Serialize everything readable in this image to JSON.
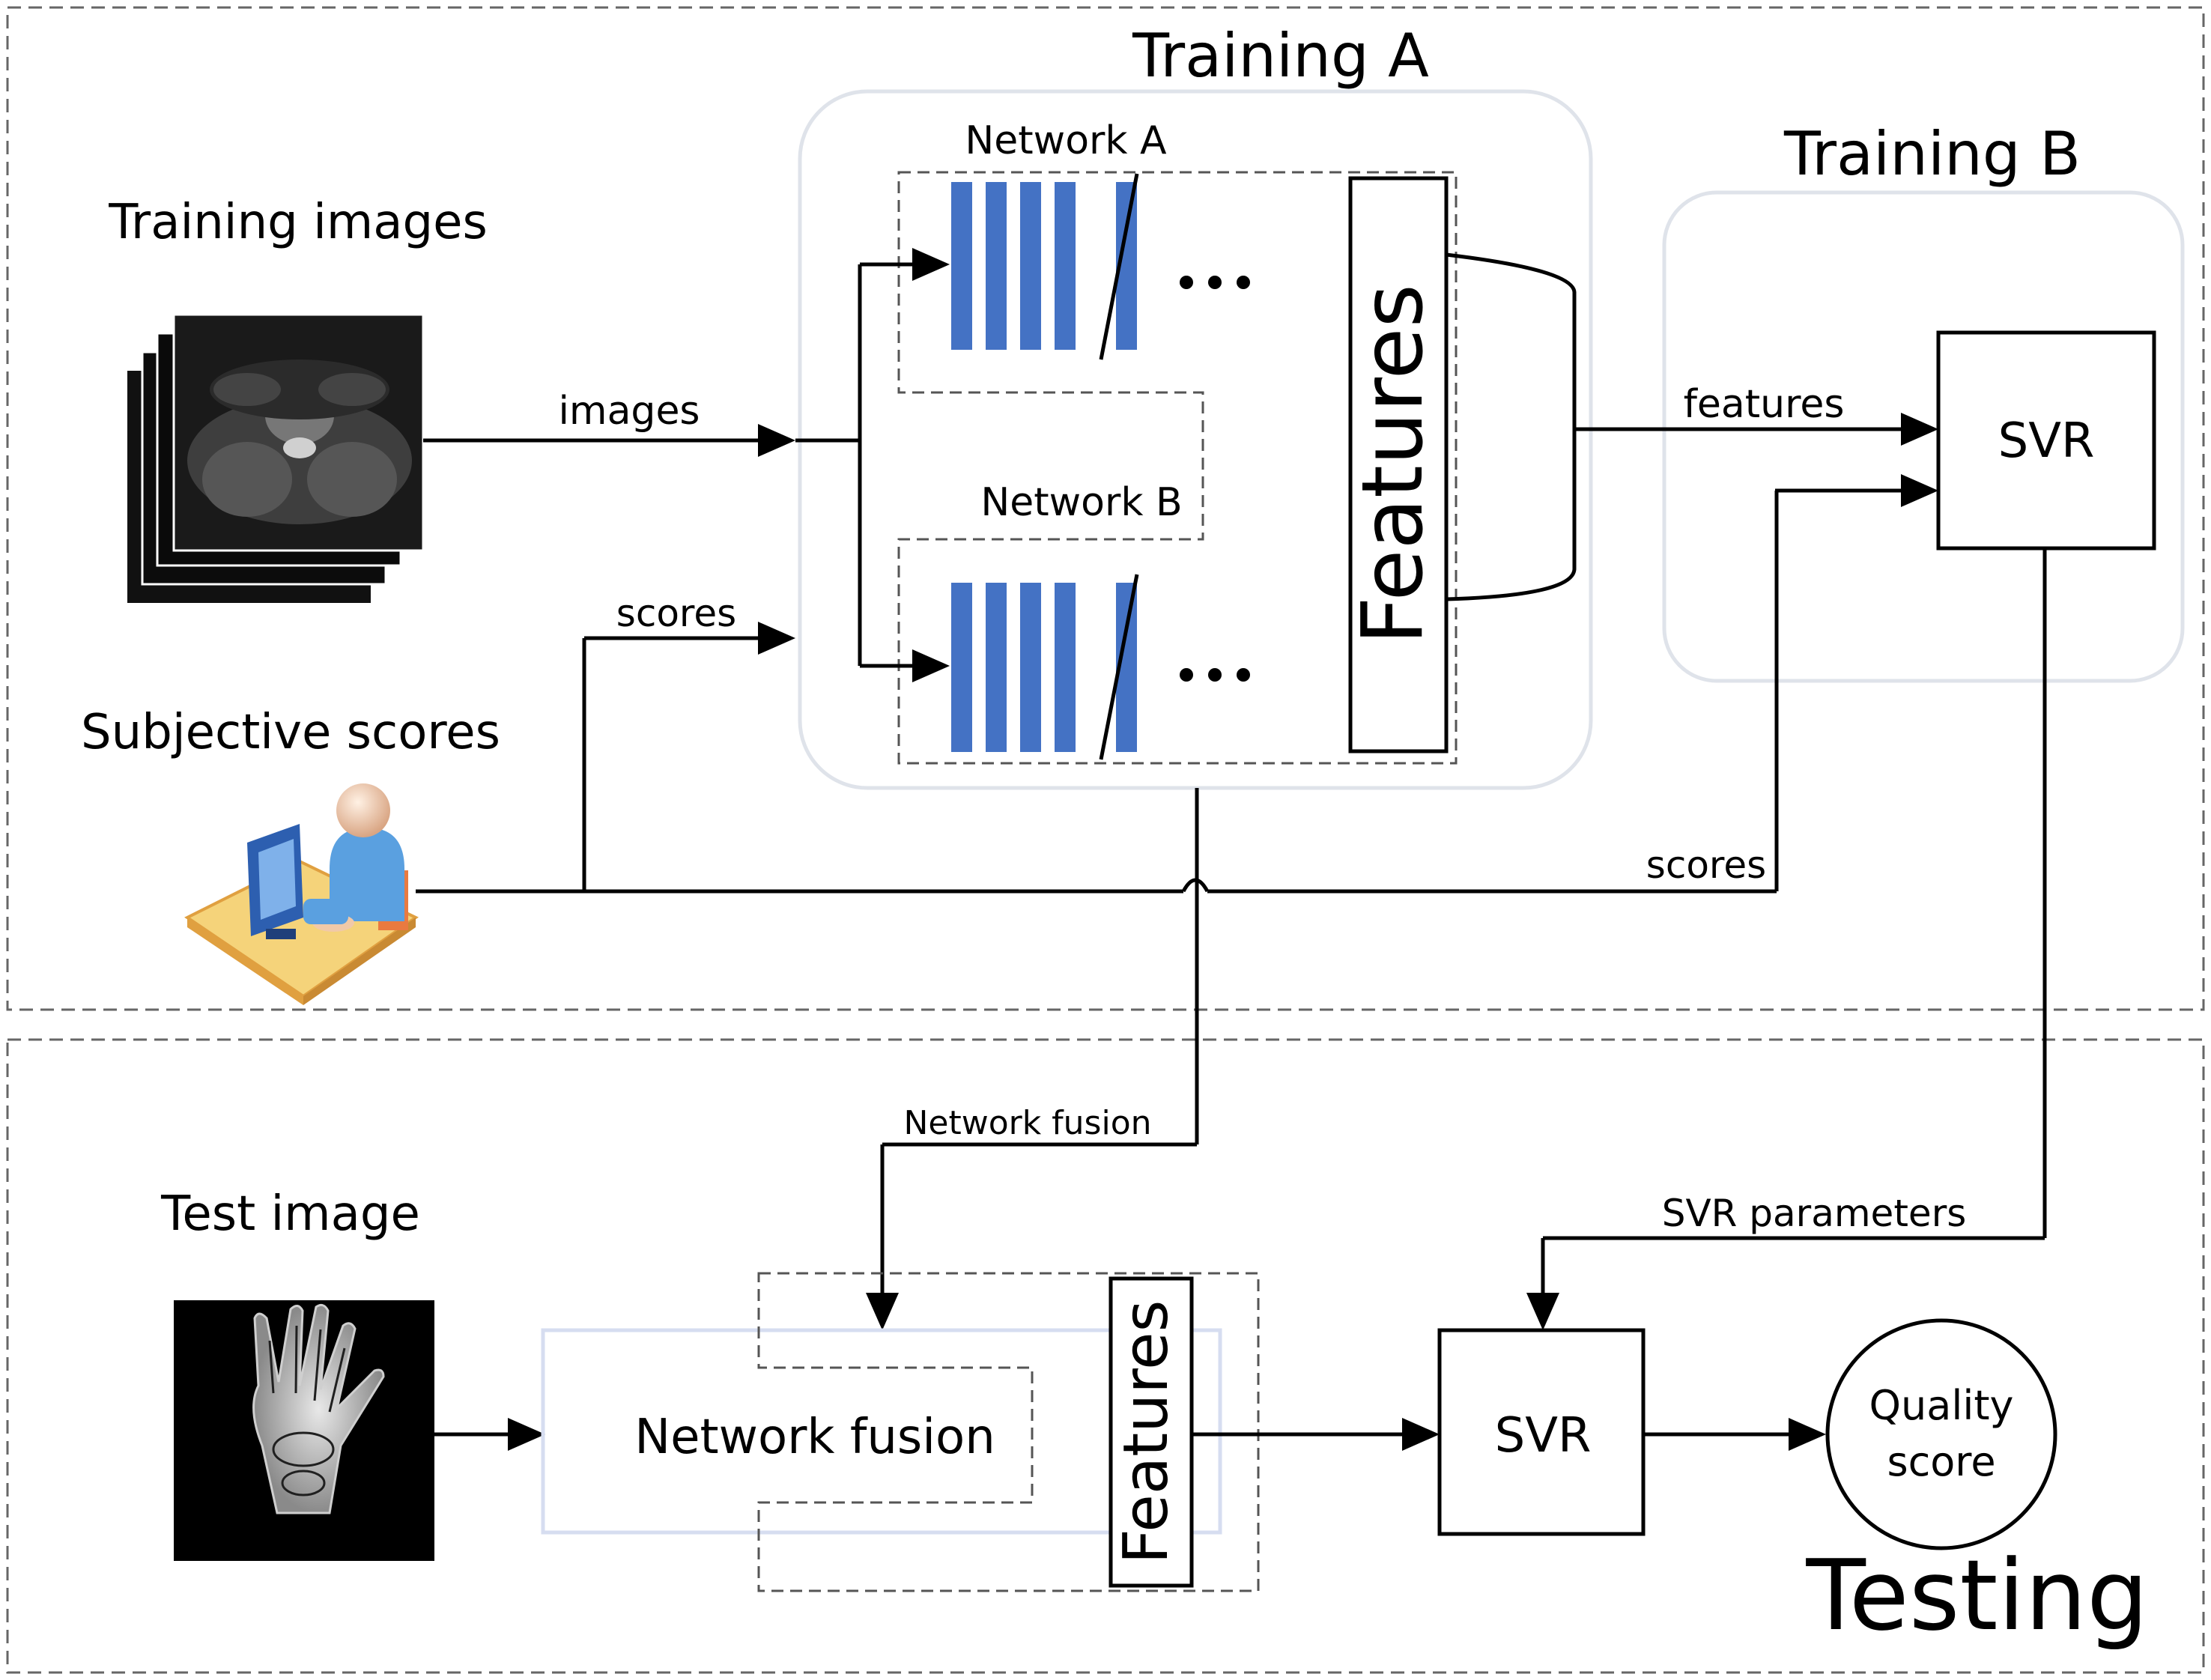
{
  "labels": {
    "training_a": "Training A",
    "training_b": "Training B",
    "network_a": "Network A",
    "network_b": "Network B",
    "training_images": "Training images",
    "subjective_scores": "Subjective scores",
    "images_arrow": "images",
    "scores_arrow_top": "scores",
    "scores_arrow_bottom": "scores",
    "features_arrow": "features",
    "features_big": "Features",
    "svr_top": "SVR",
    "network_fusion_line": "Network fusion",
    "test_image": "Test image",
    "svr_parameters": "SVR parameters",
    "network_fusion_box": "Network fusion",
    "features_small": "Features",
    "svr_bottom": "SVR",
    "quality_score_line1": "Quality",
    "quality_score_line2": "score",
    "testing": "Testing"
  },
  "colors": {
    "layer_blue": "#4472c4",
    "training_box_stroke": "#dfe3ea",
    "fusion_box_stroke": "#d6ddf0",
    "dashed_stroke": "#555555",
    "desk_top": "#f5d37a",
    "desk_edge": "#e0a040",
    "person_body": "#5aa0e0",
    "person_head": "#f1c9a8",
    "monitor": "#2d5fb0"
  },
  "icons": {
    "mri_stack": "mri-image-stack",
    "user_desk": "user-at-computer-icon",
    "test_image": "hand-mri-image"
  }
}
